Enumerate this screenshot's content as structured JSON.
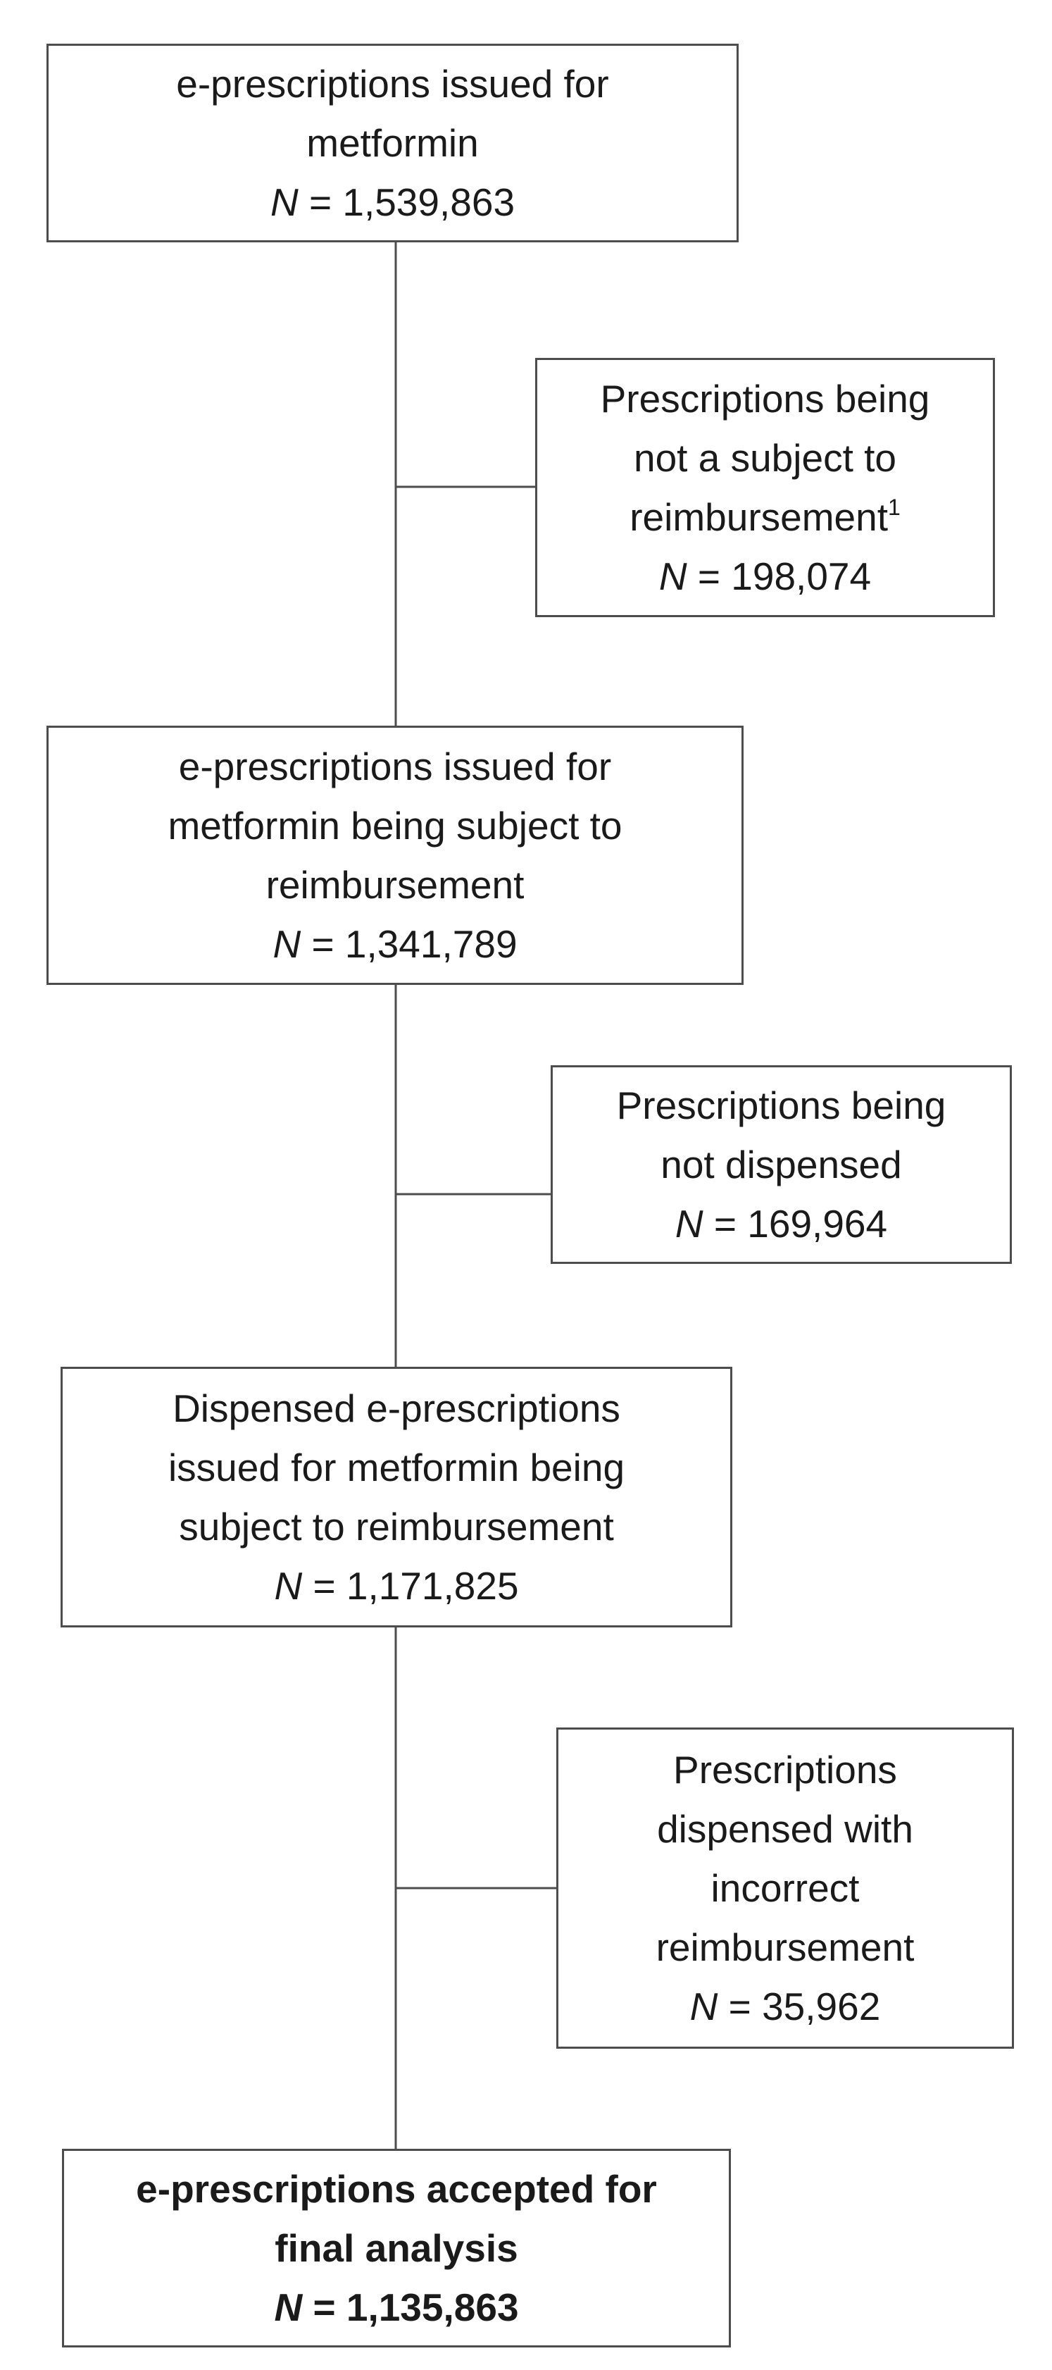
{
  "flowchart": {
    "main_boxes": [
      {
        "lines": [
          "e-prescriptions issued for",
          "metformin"
        ],
        "n_label": "N",
        "n_value": " = 1,539,863"
      },
      {
        "lines": [
          "e-prescriptions issued for",
          "metformin being subject to",
          "reimbursement"
        ],
        "n_label": "N",
        "n_value": " = 1,341,789"
      },
      {
        "lines": [
          "Dispensed e-prescriptions",
          "issued for metformin being",
          "subject to reimbursement"
        ],
        "n_label": "N",
        "n_value": " = 1,171,825"
      },
      {
        "lines": [
          "e-prescriptions accepted for",
          "final analysis"
        ],
        "n_label": "N",
        "n_value": " = 1,135,863"
      }
    ],
    "exclusion_boxes": [
      {
        "lines": [
          "Prescriptions being",
          "not a subject to",
          "reimbursement"
        ],
        "footnote": "1",
        "n_label": "N",
        "n_value": " = 198,074"
      },
      {
        "lines": [
          "Prescriptions being",
          "not dispensed"
        ],
        "n_label": "N",
        "n_value": " = 169,964"
      },
      {
        "lines": [
          "Prescriptions",
          "dispensed with",
          "incorrect",
          "reimbursement"
        ],
        "n_label": "N",
        "n_value": " = 35,962"
      }
    ]
  },
  "colors": {
    "border": "#4d4d4d",
    "connector": "#4d4d4d",
    "text": "#1a1a1a"
  }
}
